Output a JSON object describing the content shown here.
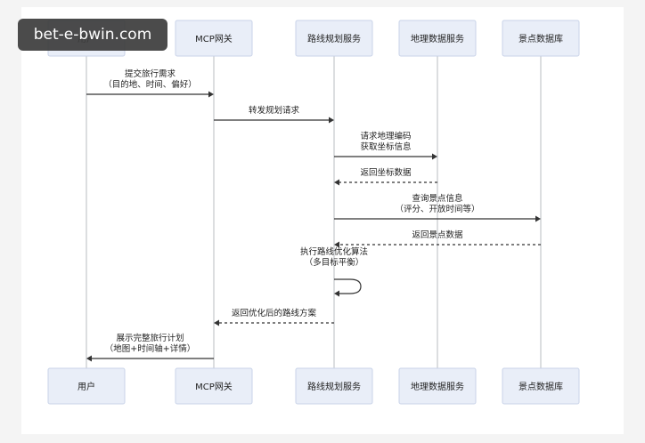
{
  "watermark": "bet-e-bwin.com",
  "participants": [
    {
      "id": "user",
      "label": "用户"
    },
    {
      "id": "gateway",
      "label": "MCP网关"
    },
    {
      "id": "route",
      "label": "路线规划服务"
    },
    {
      "id": "geo",
      "label": "地理数据服务"
    },
    {
      "id": "poi",
      "label": "景点数据库"
    }
  ],
  "messages": [
    {
      "from": "user",
      "to": "gateway",
      "lines": [
        "提交旅行需求",
        "（目的地、时间、偏好）"
      ],
      "style": "solid"
    },
    {
      "from": "gateway",
      "to": "route",
      "lines": [
        "转发规划请求"
      ],
      "style": "solid"
    },
    {
      "from": "route",
      "to": "geo",
      "lines": [
        "请求地理编码",
        "获取坐标信息"
      ],
      "style": "solid"
    },
    {
      "from": "geo",
      "to": "route",
      "lines": [
        "返回坐标数据"
      ],
      "style": "dashed"
    },
    {
      "from": "route",
      "to": "poi",
      "lines": [
        "查询景点信息",
        "（评分、开放时间等）"
      ],
      "style": "solid"
    },
    {
      "from": "poi",
      "to": "route",
      "lines": [
        "返回景点数据"
      ],
      "style": "dashed"
    },
    {
      "from": "route",
      "to": "route",
      "lines": [
        "执行路线优化算法",
        "（多目标平衡）"
      ],
      "style": "self"
    },
    {
      "from": "route",
      "to": "gateway",
      "lines": [
        "返回优化后的路线方案"
      ],
      "style": "dashed"
    },
    {
      "from": "gateway",
      "to": "user",
      "lines": [
        "展示完整旅行计划",
        "（地图+时间轴+详情）"
      ],
      "style": "solid"
    }
  ]
}
